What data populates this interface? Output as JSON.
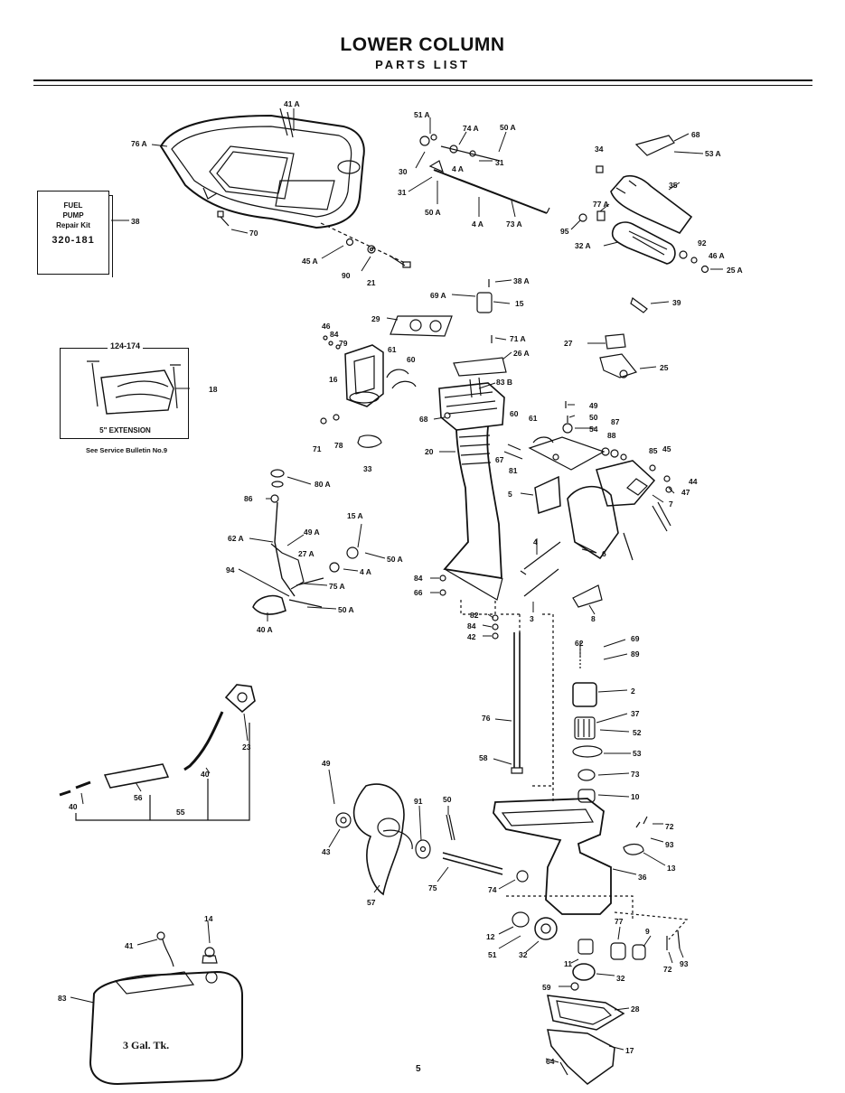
{
  "header": {
    "title": "LOWER COLUMN",
    "subtitle": "PARTS LIST"
  },
  "fuel_pump_kit": {
    "line1": "FUEL",
    "line2": "PUMP",
    "line3": "Repair Kit",
    "number": "320-181"
  },
  "extension_box": {
    "title": "124-174",
    "caption": "5\" EXTENSION",
    "bulletin": "See Service Bulletin No.9"
  },
  "tank_caption": "3 Gal. Tk.",
  "page_number": "5",
  "callouts": {
    "c41A": "41 A",
    "c76A": "76 A",
    "c38": "38",
    "c70": "70",
    "c45A": "45 A",
    "c90": "90",
    "c21": "21",
    "c51A": "51 A",
    "c74A": "74 A",
    "c50A_top": "50 A",
    "c30": "30",
    "c4A_top": "4 A",
    "c31a": "31",
    "c31b": "31",
    "c50A_b": "50 A",
    "c4A_b": "4 A",
    "c73A": "73 A",
    "c68": "68",
    "c53A": "53 A",
    "c34": "34",
    "c35": "35",
    "c77A": "77 A",
    "c95": "95",
    "c32A": "32 A",
    "c92": "92",
    "c46A": "46 A",
    "c25A": "25 A",
    "c38A": "38 A",
    "c69A": "69 A",
    "c15": "15",
    "c39": "39",
    "c29": "29",
    "c46": "46",
    "c84a": "84",
    "c79": "79",
    "c61a": "61",
    "c60a": "60",
    "c16": "16",
    "c71": "71",
    "c78": "78",
    "c33": "33",
    "c71A": "71 A",
    "c26A": "26 A",
    "c27": "27",
    "c25": "25",
    "c83B": "83 B",
    "c18": "18",
    "c68b": "68",
    "c20": "20",
    "c60b": "60",
    "c61b": "61",
    "c49": "49",
    "c50": "50",
    "c54": "54",
    "c87": "87",
    "c88": "88",
    "c67": "67",
    "c81": "81",
    "c5": "5",
    "c85": "85",
    "c45": "45",
    "c44": "44",
    "c47": "47",
    "c7": "7",
    "c80A": "80 A",
    "c86": "86",
    "c62A": "62 A",
    "c49A": "49 A",
    "c15A": "15 A",
    "c27A": "27 A",
    "c50A_m": "50 A",
    "c4A_m": "4 A",
    "c94": "94",
    "c75A": "75 A",
    "c50A_m2": "50 A",
    "c40A": "40 A",
    "c4": "4",
    "c6": "6",
    "c84b": "84",
    "c66": "66",
    "c3": "3",
    "c8": "8",
    "c82": "82",
    "c84c": "84",
    "c42": "42",
    "c62": "62",
    "c69": "69",
    "c89": "89",
    "c2": "2",
    "c37": "37",
    "c52": "52",
    "c53": "53",
    "c73": "73",
    "c10": "10",
    "c76": "76",
    "c58": "58",
    "c23": "23",
    "c40a": "40",
    "c40b": "40",
    "c56": "56",
    "c55": "55",
    "c49b": "49",
    "c43": "43",
    "c57": "57",
    "c91": "91",
    "c50b": "50",
    "c75": "75",
    "c74": "74",
    "c72a": "72",
    "c93a": "93",
    "c13": "13",
    "c36": "36",
    "c12": "12",
    "c51": "51",
    "c32a": "32",
    "c11": "11",
    "c32b": "32",
    "c77": "77",
    "c9": "9",
    "c72b": "72",
    "c93b": "93",
    "c59": "59",
    "c28": "28",
    "c17": "17",
    "c64": "64",
    "c14": "14",
    "c41": "41",
    "c83": "83"
  }
}
